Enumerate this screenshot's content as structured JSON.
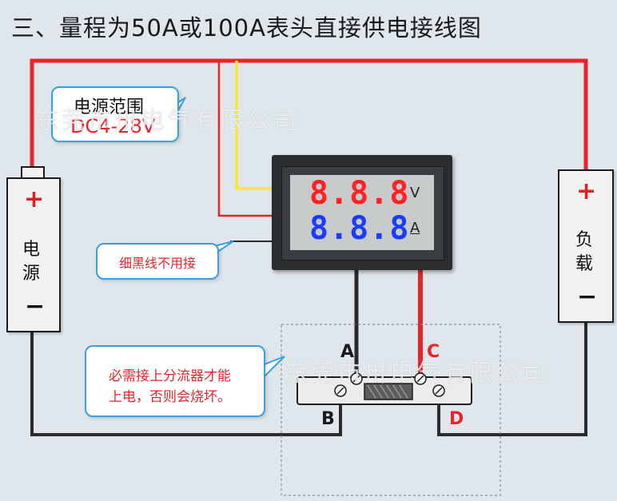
{
  "title": "三、量程为50A或100A表头直接供电接线图",
  "watermark": "东莞市卅电气有限公司",
  "power_range": {
    "heading": "电源范围",
    "value": "DC4-28V"
  },
  "meter": {
    "volt_digits": "8.8.8",
    "volt_unit": "V",
    "amp_digits": "8.8.8",
    "amp_unit": "A"
  },
  "note_thin_black": "细黑线不用接",
  "note_shunt": [
    "必需接上分流器才能",
    "上电，否则会烧坏。"
  ],
  "power_source": {
    "label_1": "电",
    "label_2": "源",
    "plus": "+",
    "minus": "−"
  },
  "load": {
    "label_1": "负",
    "label_2": "载",
    "plus": "+",
    "minus": "−"
  },
  "terminals": {
    "a": "A",
    "b": "B",
    "c": "C",
    "d": "D"
  },
  "colors": {
    "red_wire": "#e8232a",
    "black_wire": "#2b2b2b",
    "yellow_wire": "#f5e83a",
    "volt_digits": "#ff2323",
    "amp_digits": "#1b3cff",
    "bubble_border": "#3aa0df",
    "range_value": "#e8232a"
  }
}
